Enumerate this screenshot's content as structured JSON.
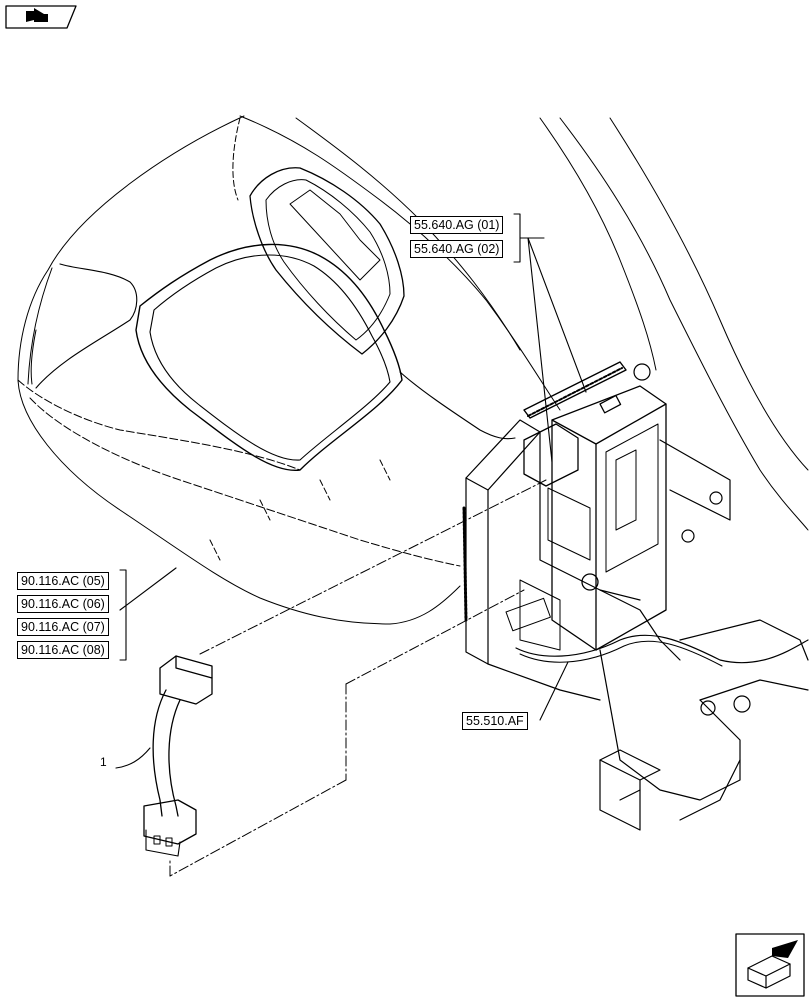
{
  "references": {
    "group_top": [
      "55.640.AG (01)",
      "55.640.AG (02)"
    ],
    "group_left": [
      "90.116.AC (05)",
      "90.116.AC (06)",
      "90.116.AC (07)",
      "90.116.AC (08)"
    ],
    "bottom": "55.510.AF"
  },
  "callouts": {
    "item_1": "1"
  },
  "icons": {
    "top_left": "previous-page-icon",
    "bottom_right": "next-page-icon"
  },
  "colors": {
    "line": "#000000",
    "background": "#ffffff"
  }
}
